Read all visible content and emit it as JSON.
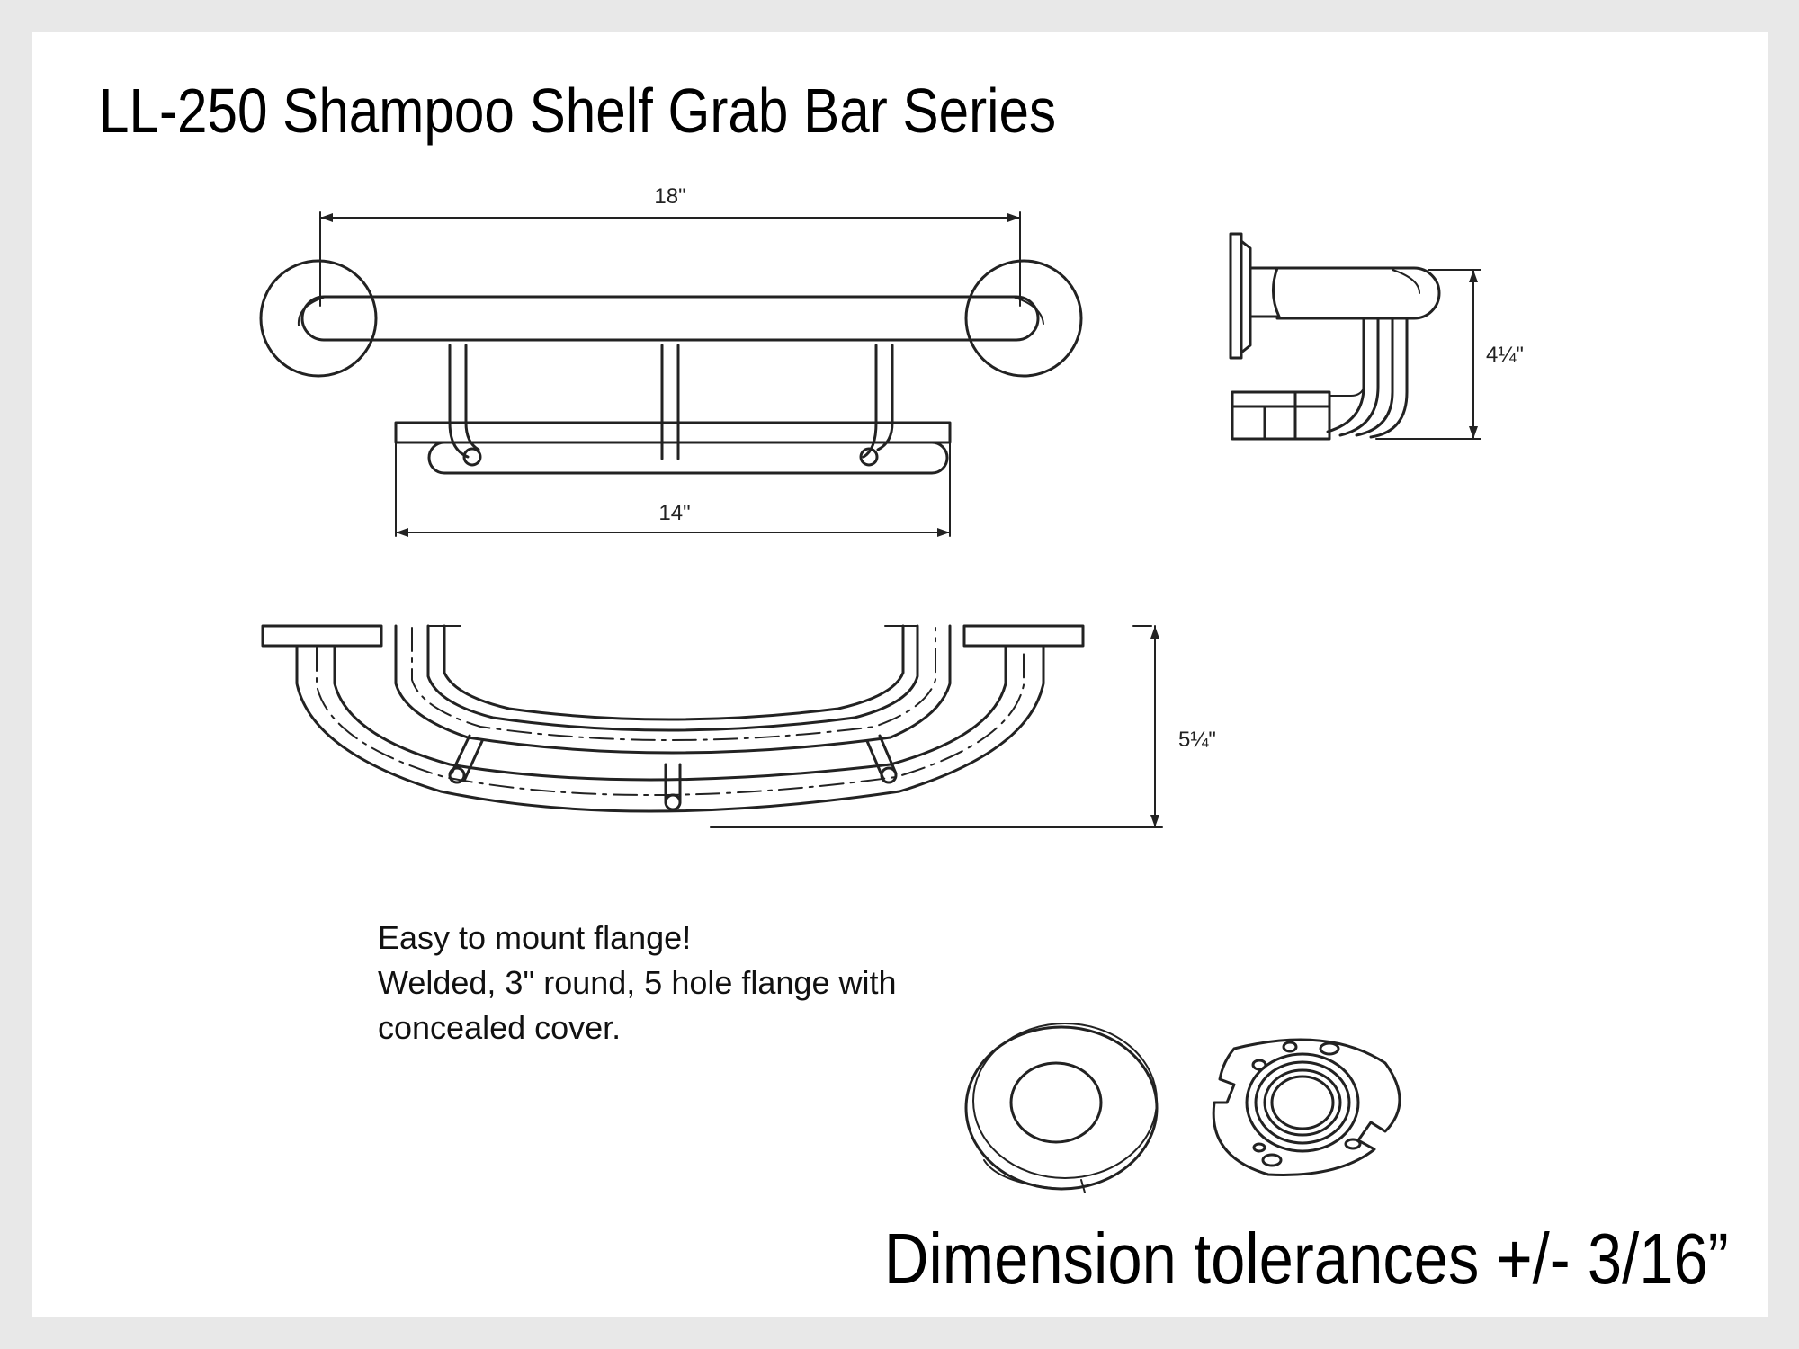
{
  "title": "LL-250 Shampoo Shelf Grab Bar Series",
  "dimensions": {
    "overall_length": "18\"",
    "shelf_length": "14\"",
    "side_height": "4¼\"",
    "depth": "5¼\""
  },
  "notes": [
    "Easy to mount flange!",
    "Welded, 3\" round, 5 hole flange with",
    "concealed cover."
  ],
  "tolerance": "Dimension tolerances +/- 3/16”",
  "colors": {
    "background": "#e8e8e8",
    "sheet": "#ffffff",
    "line": "#222222"
  }
}
